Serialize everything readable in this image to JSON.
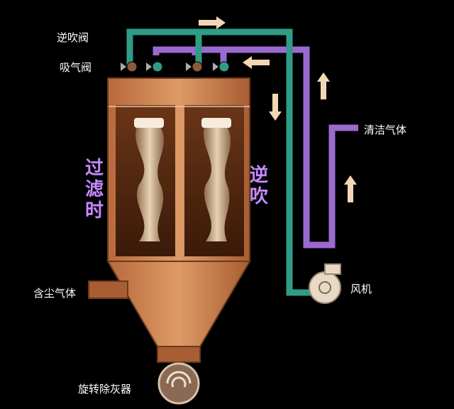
{
  "labels": {
    "reverse_blow_valve": "逆吹阀",
    "intake_valve": "吸气阀",
    "clean_gas": "清洁气体",
    "fan": "风机",
    "dusty_gas": "含尘气体",
    "rotary_ash_remover": "旋转除灰器",
    "filtering_chars": [
      "过",
      "滤",
      "时"
    ],
    "reverse_blow_chars": [
      "逆",
      "吹"
    ]
  },
  "colors": {
    "background": "#000000",
    "housing": "#c97f4f",
    "housing_dark": "#8a4a25",
    "green_pipe": "#2f9c86",
    "purple_pipe": "#9a6ad0",
    "vertical_text": "#c48bff",
    "arrow": "#f3d6b5"
  },
  "icons": [
    "arrow-right-icon",
    "arrow-left-icon",
    "arrow-down-icon",
    "arrow-up-icon",
    "fan-icon",
    "valve-icon"
  ]
}
